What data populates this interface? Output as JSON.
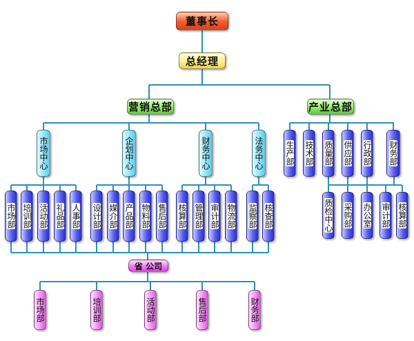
{
  "chairman": "董事长",
  "general_manager": "总经理",
  "marketing": {
    "title": "营销总部",
    "centers": [
      {
        "name": "市场中心",
        "depts": [
          "市场部",
          "培训部",
          "活动部",
          "礼品部",
          "人事部"
        ]
      },
      {
        "name": "企划中心",
        "depts": [
          "设计部",
          "媒介部",
          "产品部",
          "物料部",
          "售后部"
        ]
      },
      {
        "name": "财务中心",
        "depts": [
          "核算部",
          "管理部",
          "审计部",
          "物流部"
        ]
      },
      {
        "name": "法务中心",
        "depts": [
          "监察部",
          "核查部"
        ]
      }
    ],
    "branch": {
      "title": "省 公司",
      "depts": [
        "市场部",
        "培训部",
        "活动部",
        "售后部",
        "财务部"
      ]
    }
  },
  "industry": {
    "title": "产业总部",
    "depts": [
      {
        "name": "生产部",
        "sub": []
      },
      {
        "name": "技术部",
        "sub": []
      },
      {
        "name": "质量部",
        "sub": [
          "质检中心"
        ]
      },
      {
        "name": "供应部",
        "sub": [
          "采购部"
        ]
      },
      {
        "name": "行政部",
        "sub": [
          "办公室"
        ]
      },
      {
        "name": "财务部",
        "sub": [
          "审计部",
          "核算部"
        ]
      }
    ]
  },
  "colors": {
    "line": "#2a90b8",
    "chairman": "#f35a2e",
    "general_manager": "#fff08a",
    "headquarters": "#93ef66",
    "center": "#8be2f7",
    "department": "#3a3fe0",
    "branch": "#f27af2"
  }
}
